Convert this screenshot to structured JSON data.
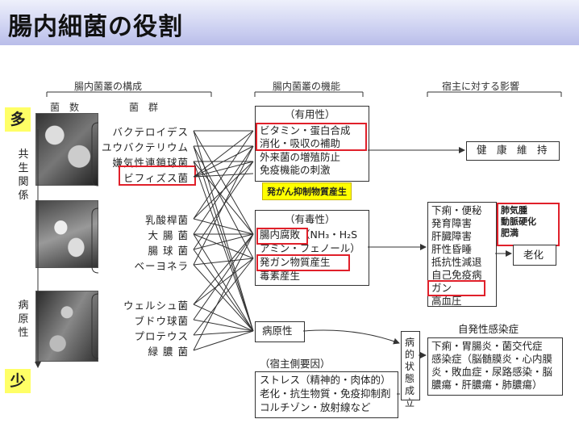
{
  "title": "腸内細菌の役割",
  "headers": {
    "composition": "腸内菌叢の構成",
    "count": "菌　数",
    "group": "菌　群",
    "function": "腸内菌叢の機能",
    "effect": "宿主に対する影響"
  },
  "side_labels": {
    "many": "多",
    "few": "少",
    "symbiosis": "共生関係",
    "pathogenic": "病原性"
  },
  "organisms": [
    "バクテロイデス",
    "ユウバクテリウム",
    "嫌気性連鎖球菌",
    "ビフィズス菌",
    "乳酸桿菌",
    "大 腸 菌",
    "腸 球 菌",
    "ベーヨネラ",
    "ウェルシュ菌",
    "ブドウ球菌",
    "プロテウス",
    "緑 膿 菌"
  ],
  "useful": {
    "heading": "（有用性）",
    "items": [
      "ビタミン・蛋白合成",
      "消化・吸収の補助",
      "外来菌の増殖防止",
      "免疫機能の刺激"
    ]
  },
  "anticancer_note": "発がん抑制物質産生",
  "harmful": {
    "heading": "（有毒性）",
    "items": [
      "腸内腐敗（NH₃・H₂S",
      "アミン・フェノール）",
      "発ガン物質産生",
      "毒素産生"
    ]
  },
  "pathogenicity": "病原性",
  "host_factors": {
    "heading": "（宿主側要因）",
    "items": [
      "ストレス（精神的・肉体的）",
      "老化・抗生物質・免疫抑制剤",
      "コルチゾン・放射線など"
    ]
  },
  "pathology_label": "病的状態成立",
  "health": "健　康　維　持",
  "aging": "老化",
  "effects": [
    "下痢・便秘",
    "発育障害",
    "肝臓障害",
    "肝性昏睡",
    "抵抗性減退",
    "自己免疫病",
    "ガン",
    "高血圧"
  ],
  "side_effects": [
    "肺気腫",
    "動脈硬化",
    "肥満"
  ],
  "infection": {
    "title": "自発性感染症",
    "items": [
      "下痢・胃腸炎・菌交代症",
      "感染症（脳髄膜炎・心内膜",
      "炎・敗血症・尿路感染・脳",
      "膿瘍・肝膿瘍・肺膿瘍）"
    ]
  }
}
